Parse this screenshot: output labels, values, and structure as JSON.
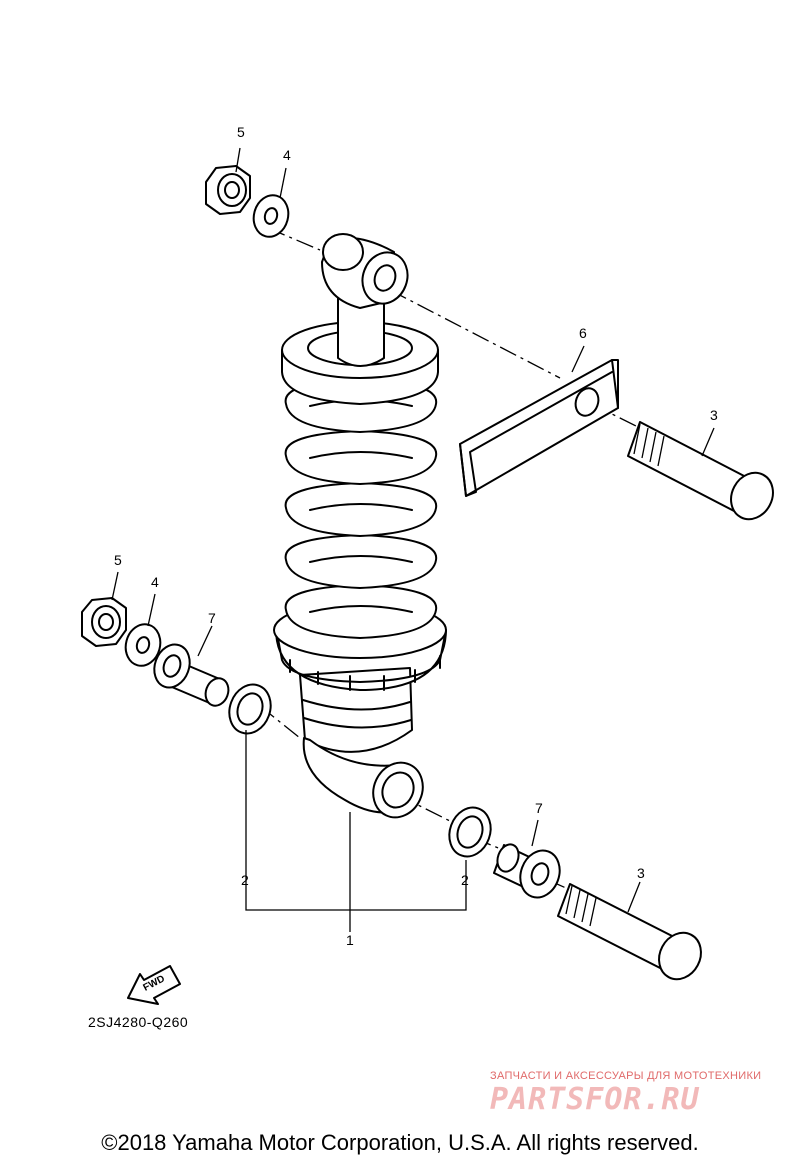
{
  "callouts": {
    "nut_top": "5",
    "washer_top": "4",
    "bracket": "6",
    "bolt_top": "3",
    "nut_bottom": "5",
    "washer_bottom": "4",
    "collar_left": "7",
    "collar_right": "7",
    "bolt_bottom": "3",
    "bearing_left": "2",
    "bearing_right": "2",
    "shock_assembly": "1"
  },
  "fwd_arrow_text": "FWD",
  "part_code": "2SJ4280-Q260",
  "watermark": {
    "tagline": "ЗАПЧАСТИ И АКСЕССУАРЫ ДЛЯ МОТОТЕХНИКИ",
    "logo": "PARTSFOR.RU"
  },
  "copyright": "©2018 Yamaha Motor Corporation, U.S.A. All rights reserved."
}
